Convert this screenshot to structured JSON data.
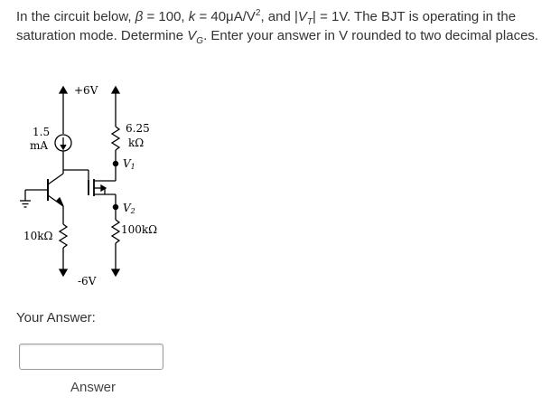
{
  "question": {
    "p1": "In the circuit below, ",
    "beta": "β",
    "p2": " = 100, ",
    "k": "k",
    "p3": " = 40μA/V",
    "sq": "2",
    "p4": ", and |",
    "vt_v": "V",
    "vt_sub": "T",
    "p5": "| = 1V. The BJT is operating in the saturation mode. Determine ",
    "vg_v": "V",
    "vg_sub": "G",
    "p6": ". Enter your answer in V rounded to two decimal places."
  },
  "circuit": {
    "supply_pos": "+6V",
    "supply_neg": "-6V",
    "current_value": "1.5",
    "current_unit": "mA",
    "r_top_value": "6.25",
    "r_top_unit": "kΩ",
    "v1_label": "V",
    "v1_sub": "1",
    "v2_label": "V",
    "v2_sub": "2",
    "r_bottom_left": "10kΩ",
    "r_bottom_right": "100kΩ"
  },
  "answer": {
    "label": "Your Answer:",
    "input_value": "",
    "button_label": "Answer"
  }
}
